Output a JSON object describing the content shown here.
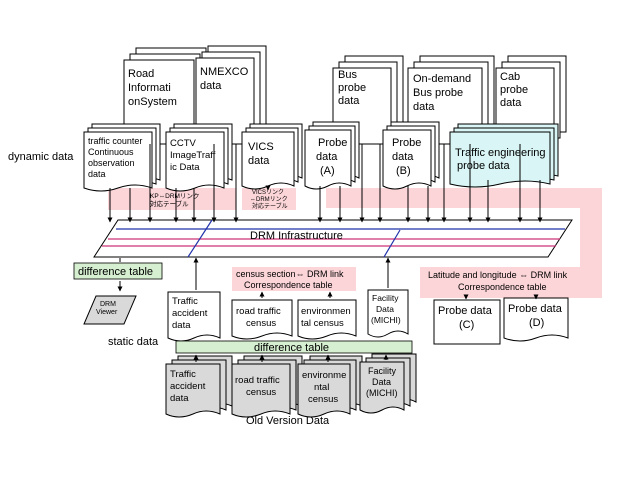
{
  "labels": {
    "dynamic": "dynamic data",
    "static": "static data",
    "old_version": "Old Version Data",
    "drm_infrastructure": "DRM Infrastructure",
    "drm_viewer": [
      "DRM",
      "Viewer"
    ]
  },
  "band_labels": {
    "kp_table": [
      "KP⇔DRMリンク",
      "対応テーブル"
    ],
    "vics_table": [
      "VICSリンク",
      "⇔DRMリンク",
      "対応テーブル"
    ],
    "census_corr": [
      "census section⇔ DRM link",
      "Correspondence table"
    ],
    "latlon_corr": [
      "Latitude and longitude ⇔ DRM link",
      "Correspondence table"
    ],
    "diff_table_left": "difference table",
    "diff_table_bottom": "difference table"
  },
  "top_docs": {
    "road_info": [
      "Road",
      "Informati",
      "onSystem"
    ],
    "nmexco": [
      "NMEXCO",
      "data"
    ],
    "bus_probe": [
      "Bus",
      "probe",
      "data"
    ],
    "ondemand_bus": [
      "On-demand",
      "Bus probe",
      "data"
    ],
    "cab_probe": [
      "Cab",
      "probe",
      "data"
    ]
  },
  "mid_docs": {
    "traffic_counter": [
      "traffic counter",
      "Continuous",
      "observation",
      "data"
    ],
    "cctv": [
      "CCTV",
      "ImageTraff",
      "ic Data"
    ],
    "vics": [
      "VICS",
      "data"
    ],
    "probe_a": [
      "Probe",
      "data",
      "(A)"
    ],
    "probe_b": [
      "Probe",
      "data",
      "(B)"
    ],
    "traffic_eng": [
      "Traffic engineering",
      "probe data"
    ]
  },
  "static_docs": {
    "traffic_accident": [
      "Traffic",
      "accident",
      "data"
    ],
    "road_census": [
      "road traffic",
      "census"
    ],
    "env_census": [
      "environmen",
      "tal census"
    ],
    "facility": [
      "Facility",
      "Data",
      "(MICHI)"
    ],
    "probe_c": [
      "Probe data",
      "(C)"
    ],
    "probe_d": [
      "Probe data",
      "(D)"
    ]
  },
  "old_docs": {
    "traffic_accident": [
      "Traffic",
      "accident",
      "data"
    ],
    "road_census": [
      "road traffic",
      "census"
    ],
    "env_census": [
      "environme",
      "ntal",
      "census"
    ],
    "facility": [
      "Facility",
      "Data",
      "(MICHI)"
    ]
  },
  "colors": {
    "pink_band": "#fcd5d8",
    "green_band": "#d6efd0",
    "cyan_doc": "#d9f5f5",
    "grey_doc": "#d9d9d9",
    "blue_line": "#2233aa",
    "pink_line": "#cc3377"
  }
}
